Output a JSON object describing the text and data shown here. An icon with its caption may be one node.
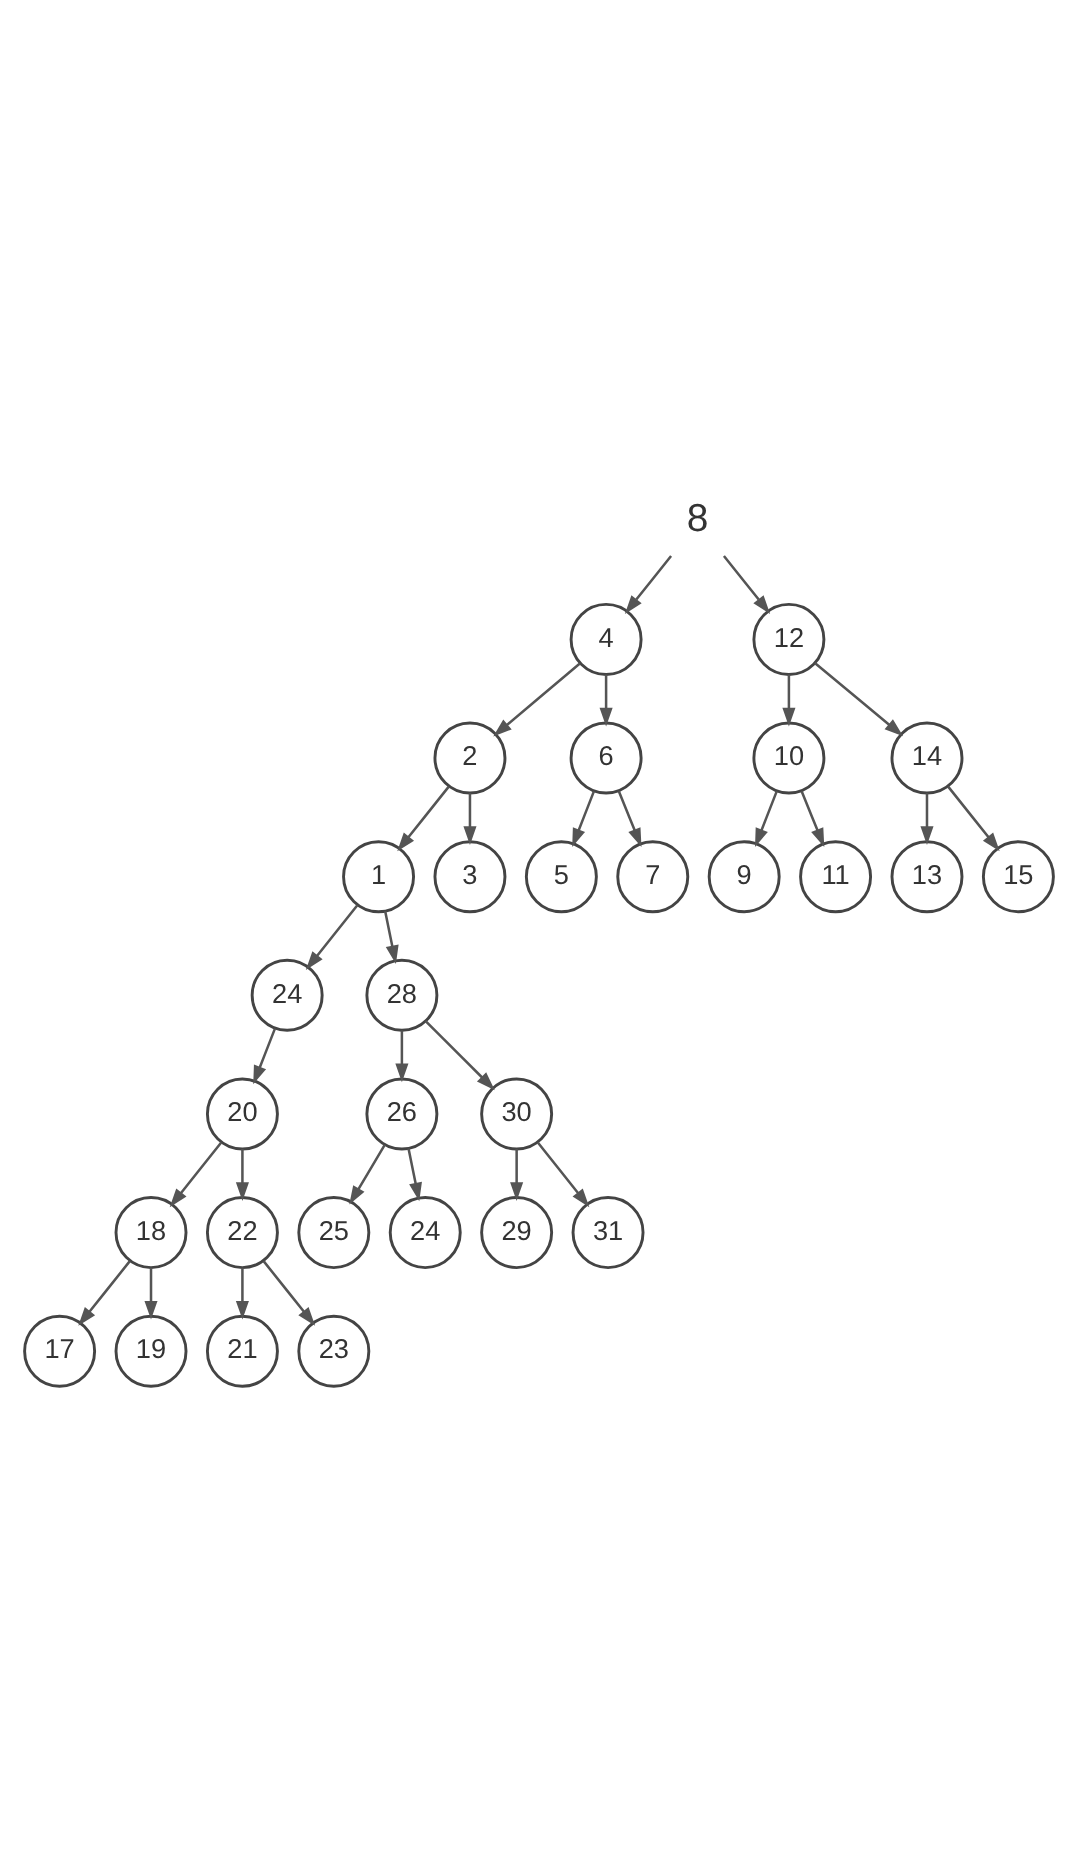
{
  "diagram": {
    "nodes": [
      {
        "text": [
          "8"
        ]
      },
      {
        "text": [
          "4"
        ]
      },
      {
        "text": [
          "12"
        ]
      },
      {
        "text": [
          "2"
        ]
      },
      {
        "text": [
          "6"
        ]
      },
      {
        "text": [
          "10"
        ]
      },
      {
        "text": [
          "14"
        ]
      },
      {
        "text": [
          "9"
        ]
      },
      {
        "text": [
          "11"
        ]
      },
      {
        "text": [
          "13"
        ]
      },
      {
        "text": [
          "15"
        ]
      },
      {
        "text": [
          "1"
        ]
      },
      {
        "text": [
          "3"
        ]
      },
      {
        "text": [
          "5"
        ]
      },
      {
        "text": [
          "7"
        ]
      },
      {
        "text": [
          "24"
        ]
      },
      {
        "text": [
          "28"
        ]
      },
      {
        "text": [
          "20"
        ]
      },
      {
        "text": [
          "26"
        ]
      },
      {
        "text": [
          "30"
        ]
      },
      {
        "text": [
          "18"
        ]
      },
      {
        "text": [
          "22"
        ]
      },
      {
        "text": [
          "25"
        ]
      },
      {
        "text": [
          "24"
        ]
      },
      {
        "text": [
          "29"
        ]
      },
      {
        "text": [
          "31"
        ]
      },
      {
        "text": [
          "17"
        ]
      },
      {
        "text": [
          "19"
        ]
      },
      {
        "text": [
          "21"
        ]
      },
      {
        "text": [
          "23"
        ]
      }
    ],
    "edges": [
      {
        "from": 0,
        "to": 1,
        "arrow": "to"
      },
      {
        "from": 0,
        "to": 2,
        "arrow": "to"
      },
      {
        "from": 1,
        "to": 3,
        "arrow": "to"
      },
      {
        "from": 1,
        "to": 4,
        "arrow": "to"
      },
      {
        "from": 2,
        "to": 5,
        "arrow": "to"
      },
      {
        "from": 2,
        "to": 6,
        "arrow": "to"
      },
      {
        "from": 5,
        "to": 7,
        "arrow": "to"
      },
      {
        "from": 5,
        "to": 8,
        "arrow": "to"
      },
      {
        "from": 6,
        "to": 9,
        "arrow": "to"
      },
      {
        "from": 6,
        "to": 10,
        "arrow": "to"
      },
      {
        "from": 3,
        "to": 11,
        "arrow": "to"
      },
      {
        "from": 3,
        "to": 12,
        "arrow": "to"
      },
      {
        "from": 4,
        "to": 13,
        "arrow": "to"
      },
      {
        "from": 4,
        "to": 14,
        "arrow": "to"
      },
      {
        "from": 11,
        "to": 15,
        "arrow": "to"
      },
      {
        "from": 11,
        "to": 16,
        "arrow": "to"
      },
      {
        "from": 15,
        "to": 17,
        "arrow": "to"
      },
      {
        "from": 16,
        "to": 18,
        "arrow": "to"
      },
      {
        "from": 16,
        "to": 19,
        "arrow": "to"
      },
      {
        "from": 17,
        "to": 20,
        "arrow": "to"
      },
      {
        "from": 17,
        "to": 21,
        "arrow": "to"
      },
      {
        "from": 18,
        "to": 22,
        "arrow": "to"
      },
      {
        "from": 18,
        "to": 23,
        "arrow": "to"
      },
      {
        "from": 19,
        "to": 24,
        "arrow": "to"
      },
      {
        "from": 19,
        "to": 25,
        "arrow": "to"
      },
      {
        "from": 20,
        "to": 26,
        "arrow": "to"
      },
      {
        "from": 20,
        "to": 27,
        "arrow": "to"
      },
      {
        "from": 21,
        "to": 28,
        "arrow": "to"
      },
      {
        "from": 21,
        "to": 29,
        "arrow": "to"
      }
    ]
  }
}
